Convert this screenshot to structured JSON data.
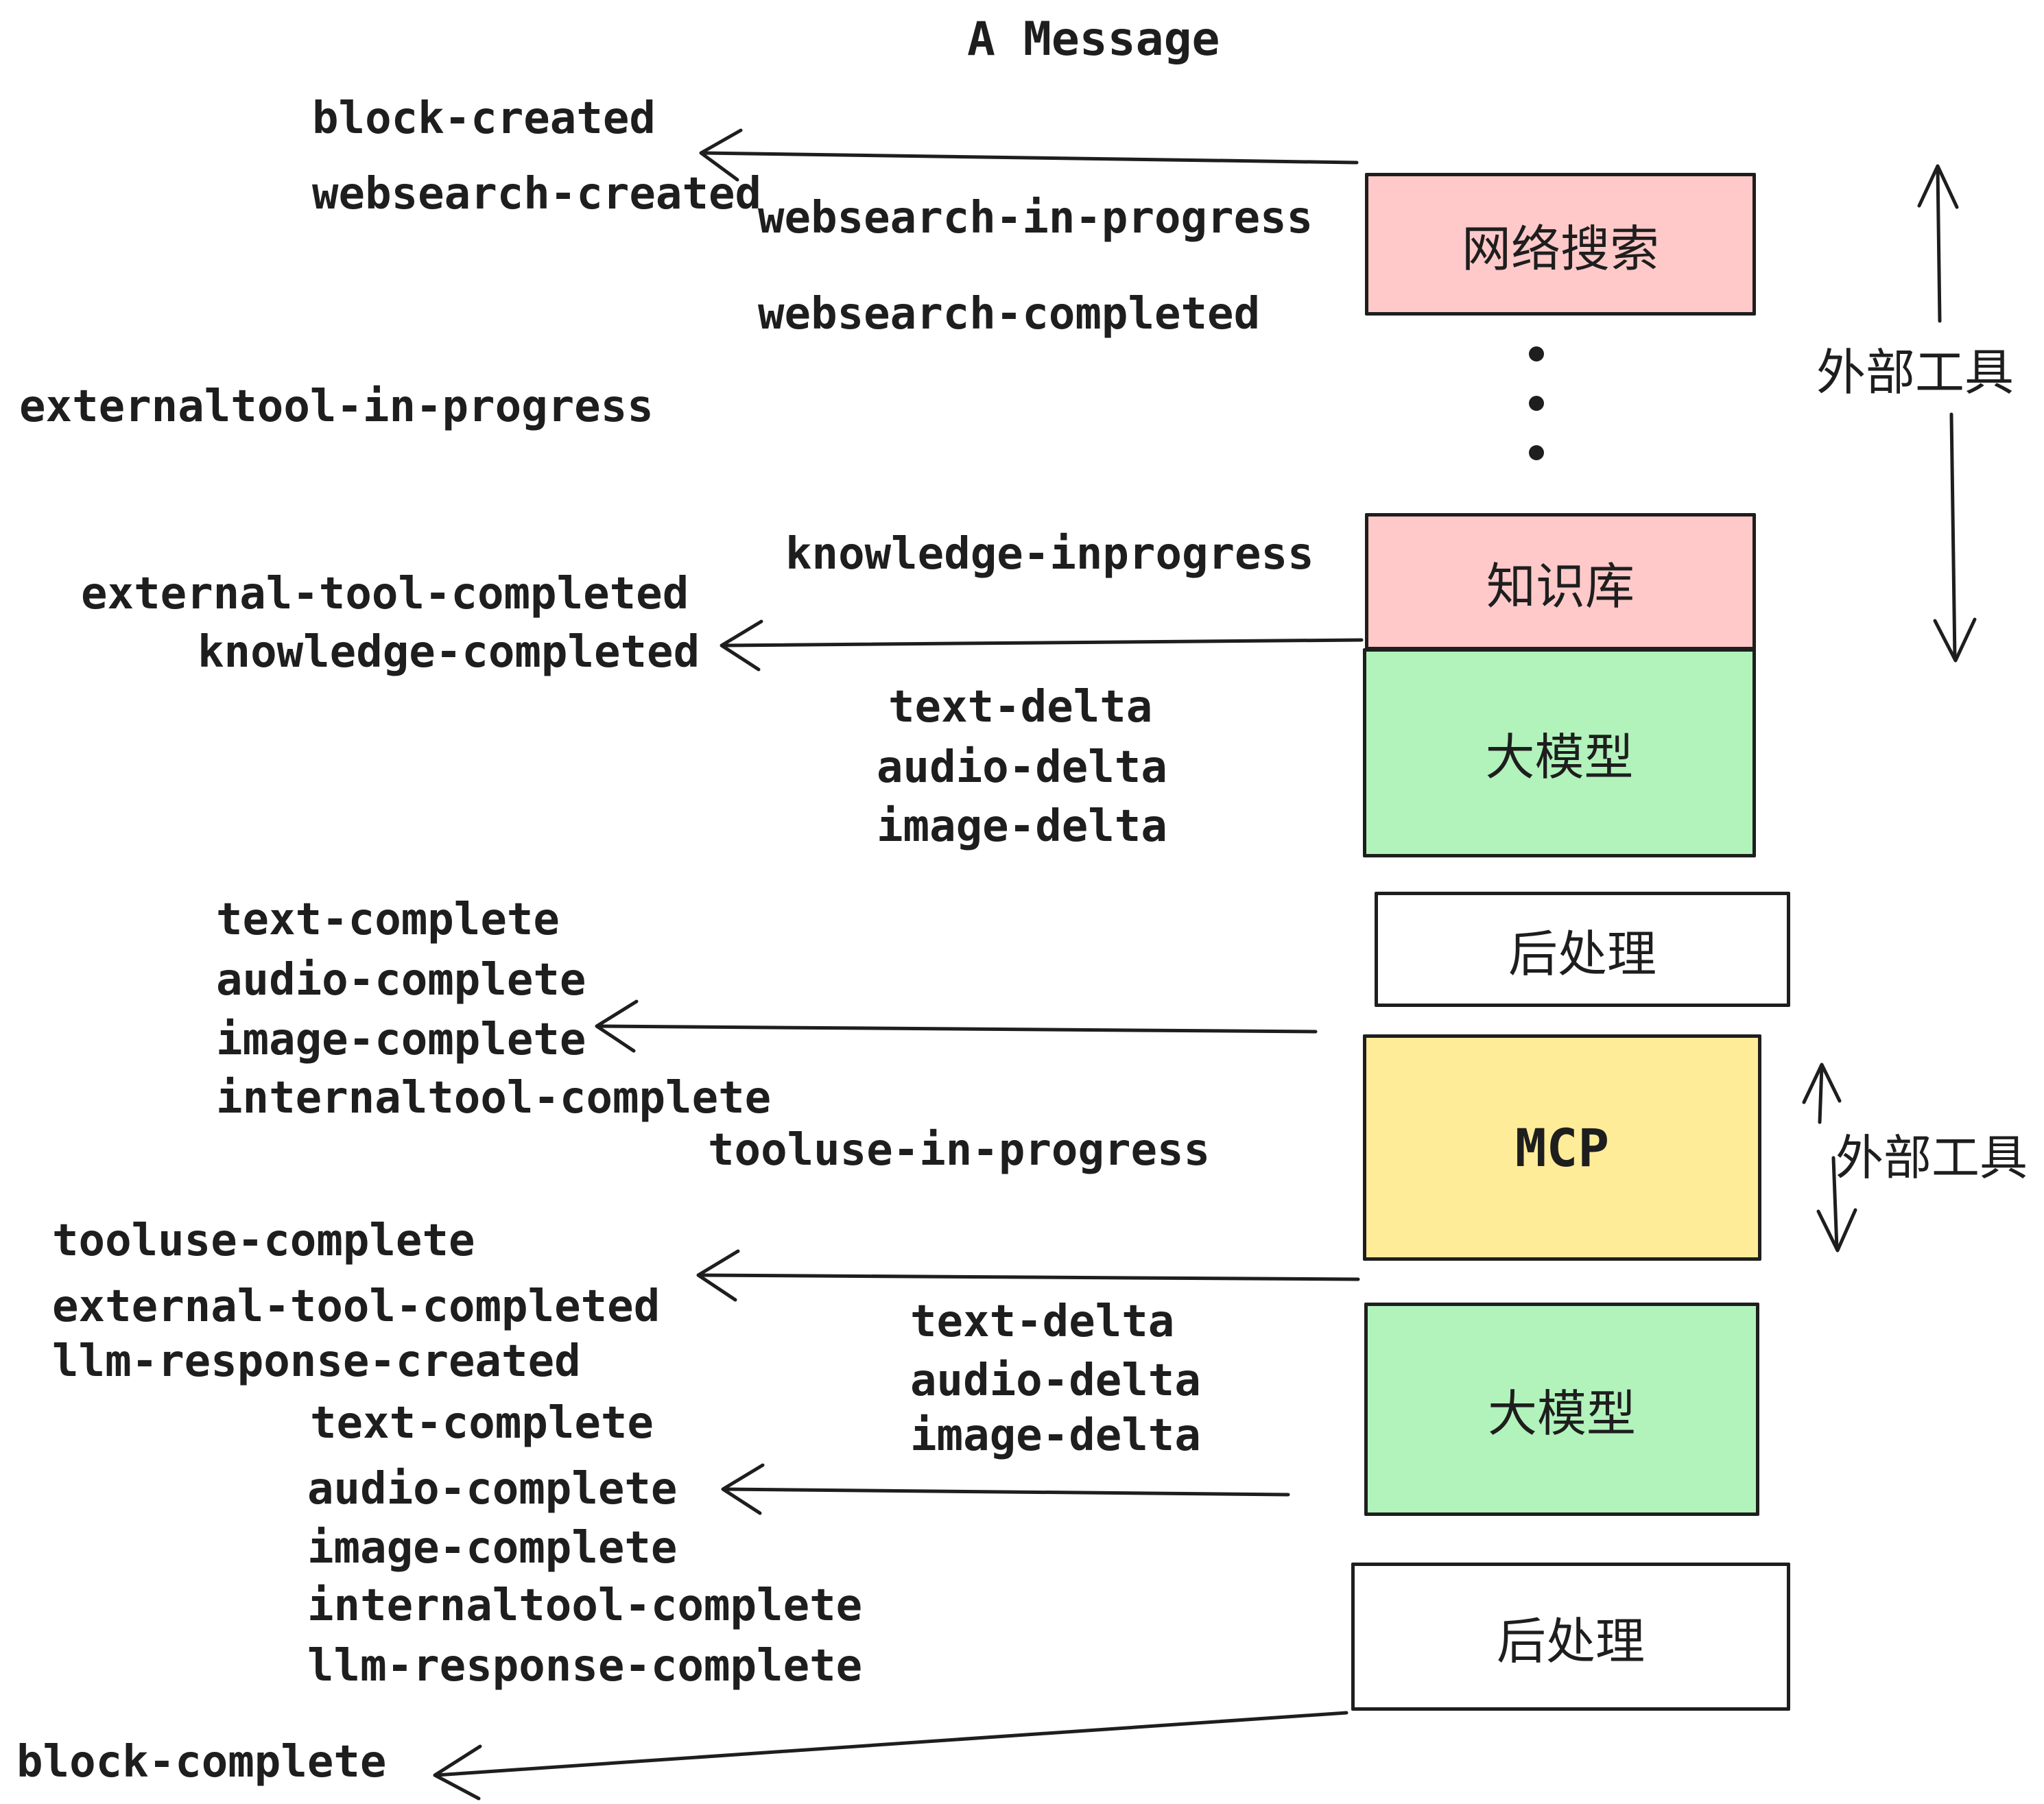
{
  "diagram_title": "A Message",
  "colors": {
    "stroke": "#1e1e1e",
    "pink_box": "#ffc9c9",
    "green_box": "#b2f2bb",
    "yellow_box": "#ffec99",
    "white_box": "#ffffff",
    "text": "#1e1e1e"
  },
  "boxes": {
    "websearch": {
      "label": "网络搜索"
    },
    "knowledge": {
      "label": "知识库"
    },
    "llm1": {
      "label": "大模型"
    },
    "post1": {
      "label": "后处理"
    },
    "mcp": {
      "label": "MCP"
    },
    "llm2": {
      "label": "大模型"
    },
    "post2": {
      "label": "后处理"
    }
  },
  "side_annotations": {
    "external_tools_top": "外部工具",
    "external_tools_mid": "外部工具"
  },
  "events": {
    "block_created": "block-created",
    "websearch_created": "websearch-created",
    "websearch_in_progress": "websearch-in-progress",
    "websearch_completed": "websearch-completed",
    "externaltool_in_progress": "externaltool-in-progress",
    "knowledge_inprogress": "knowledge-inprogress",
    "external_tool_completed_1": "external-tool-completed",
    "knowledge_completed": "knowledge-completed",
    "text_delta_1": "text-delta",
    "audio_delta_1": "audio-delta",
    "image_delta_1": "image-delta",
    "text_complete_1": "text-complete",
    "audio_complete_1": "audio-complete",
    "image_complete_1": "image-complete",
    "internaltool_complete_1": "internaltool-complete",
    "tooluse_in_progress": "tooluse-in-progress",
    "tooluse_complete": "tooluse-complete",
    "external_tool_completed_2": "external-tool-completed",
    "llm_response_created": "llm-response-created",
    "text_delta_2": "text-delta",
    "audio_delta_2": "audio-delta",
    "image_delta_2": "image-delta",
    "text_complete_2": "text-complete",
    "audio_complete_2": "audio-complete",
    "image_complete_2": "image-complete",
    "internaltool_complete_2": "internaltool-complete",
    "llm_response_complete": "llm-response-complete",
    "block_complete": "block-complete"
  }
}
